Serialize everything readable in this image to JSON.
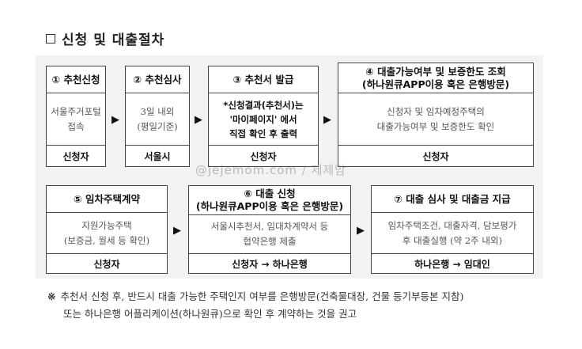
{
  "heading": "신청 및 대출절차",
  "steps_row1": [
    {
      "title": [
        "① 추천신청"
      ],
      "body": [
        "서울주거포털",
        "접속"
      ],
      "footer": "신청자"
    },
    {
      "title": [
        "② 추천심사"
      ],
      "body": [
        "3일 내외",
        "(평일기준)"
      ],
      "footer": "서울시"
    },
    {
      "title": [
        "③ 추천서 발급"
      ],
      "body": [
        "*신청결과(추천서)는",
        "'마이페이지' 에서",
        "직접 확인 후 출력"
      ],
      "footer": "신청자"
    },
    {
      "title": [
        "④ 대출가능여부 및 보증한도 조회",
        "(하나원큐APP이용 혹은 은행방문)"
      ],
      "body": [
        "신청자 및 임차예정주택의",
        "대출가능여부 및 보증한도 확인"
      ],
      "footer": "신청자"
    }
  ],
  "steps_row2": [
    {
      "title": [
        "⑤ 임차주택계약"
      ],
      "body": [
        "지원가능주택",
        "(보증금, 월세 등 확인)"
      ],
      "footer": "신청자"
    },
    {
      "title": [
        "⑥ 대출 신청",
        "(하나원큐APP이용 혹은 은행방문)"
      ],
      "body": [
        "서울시추천서, 임대차계약서 등",
        "협약은행 제출"
      ],
      "footer": "신청자 → 하나은행"
    },
    {
      "title": [
        "⑦ 대출 심사 및 대출금 지급"
      ],
      "body": [
        "임차주택조건, 대출자격, 담보평가",
        "후 대출실행 (약 2주 내외)"
      ],
      "footer": "하나은행 → 임대인"
    }
  ],
  "arrow_glyph": "▶",
  "watermark": "@jejemom.com / 제제맘",
  "note": {
    "mark": "※",
    "line1": "추천서 신청 후, 반드시 대출 가능한 주택인지 여부를 은행방문(건축물대장, 건물 등기부등본 지참)",
    "line2": "또는 하나은행 어플리케이션(하나원큐)으로 확인 후 계약하는 것을 권고"
  }
}
